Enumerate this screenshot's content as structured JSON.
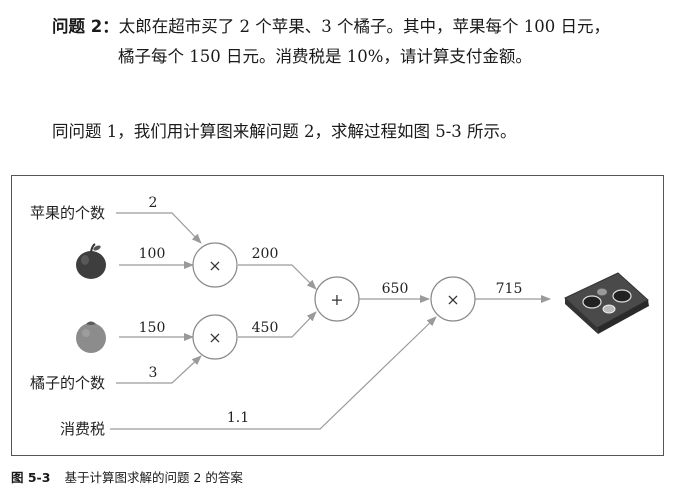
{
  "problem": {
    "label": "问题 2：",
    "line1": "太郎在超市买了 2 个苹果、3 个橘子。其中，苹果每个 100 日元，",
    "line2": "橘子每个 150 日元。消费税是 10%，请计算支付金额。"
  },
  "intro": "同问题 1，我们用计算图来解问题 2，求解过程如图 5-3 所示。",
  "graph": {
    "inputs": {
      "apple_count_label": "苹果的个数",
      "orange_count_label": "橘子的个数",
      "tax_label": "消费税"
    },
    "edges": {
      "apple_count": "2",
      "apple_price": "100",
      "apple_total": "200",
      "orange_price": "150",
      "orange_total": "450",
      "orange_count": "3",
      "sum": "650",
      "final": "715",
      "tax": "1.1"
    },
    "nodes": {
      "mul_apple": "×",
      "mul_orange": "×",
      "add": "+",
      "mul_tax": "×"
    },
    "icons": {
      "apple": "apple-icon",
      "orange": "orange-icon",
      "payment": "payment-tray-icon"
    },
    "colors": {
      "arrow": "#9a9a9a",
      "node_stroke": "#8a8a8a"
    }
  },
  "caption": {
    "number": "图 5-3",
    "text": "基于计算图求解的问题 2 的答案"
  }
}
